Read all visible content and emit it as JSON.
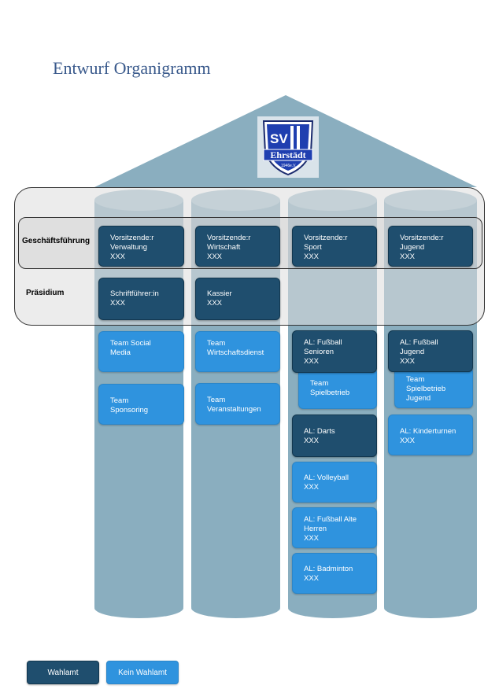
{
  "title": "Entwurf Organigramm",
  "logo": {
    "main": "SV",
    "name": "Ehrstädt",
    "year": "1946",
    "suffix": "e.V."
  },
  "bands": {
    "gf": "Geschäftsführung",
    "praesidium": "Präsidium"
  },
  "columns": [
    {
      "gf": "Vorsitzende:r\nVerwaltung\nXXX",
      "praesidium": "Schriftführer:in\nXXX",
      "teams": [
        "Team Social\nMedia",
        "Team\nSponsoring"
      ]
    },
    {
      "gf": "Vorsitzende:r\nWirtschaft\nXXX",
      "praesidium": "Kassier\nXXX",
      "teams": [
        "Team\nWirtschaftsdienst",
        "Team\nVeranstaltungen"
      ]
    },
    {
      "gf": "Vorsitzende:r\nSport\nXXX",
      "units": [
        "AL: Fußball\nSenioren\nXXX",
        "Team\nSpielbetrieb",
        "AL: Darts\nXXX",
        "AL: Volleyball\nXXX",
        "AL: Fußball Alte\nHerren\nXXX",
        "AL: Badminton\nXXX"
      ]
    },
    {
      "gf": "Vorsitzende:r\nJugend\nXXX",
      "units": [
        "AL: Fußball\nJugend\nXXX",
        "Team\nSpielbetrieb\nJugend",
        "AL: Kinderturnen\nXXX"
      ]
    }
  ],
  "legend": {
    "wahlamt": "Wahlamt",
    "kein_wahlamt": "Kein Wahlamt"
  },
  "colors": {
    "dark": "#1f4e6e",
    "light": "#2f93de",
    "column": "#8aaebf",
    "roof": "#8aaebf",
    "title": "#3a5a8c"
  }
}
